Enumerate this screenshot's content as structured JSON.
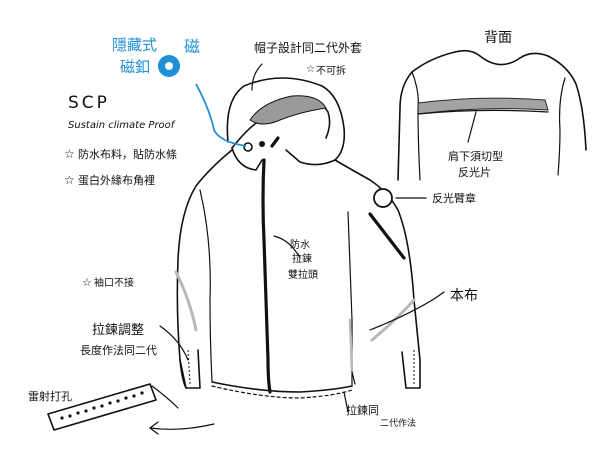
{
  "colors": {
    "ink": "#111111",
    "accent": "#1f8fd6",
    "reflective": "#b8b8b8",
    "mesh": "#9a9a9a"
  },
  "brand": {
    "name": "SCP",
    "tagline": "Sustain climate Proof"
  },
  "features": [
    "防水布料，貼防水條",
    "蛋白外緣布角裡"
  ],
  "callouts": {
    "hidden_magnet": [
      "隱藏式",
      "磁釦"
    ],
    "magnet_zip": "磁",
    "hood_design": "帽子設計同二代外套",
    "hood_sub": "不可拆",
    "back_view": "背面",
    "back_reflective": [
      "肩下須切型",
      "反光片"
    ],
    "reflective_arm": "反光臂章",
    "zipper_main": [
      "防水",
      "拉鍊",
      "雙拉頭"
    ],
    "fabric": "本布",
    "cuff_note": "袖口不接",
    "cuff_adjust": [
      "拉鍊調整",
      "長度作法同二代"
    ],
    "bottom_zip": [
      "拉鍊同",
      "二代作法"
    ],
    "strap_note": "雷射打孔"
  }
}
